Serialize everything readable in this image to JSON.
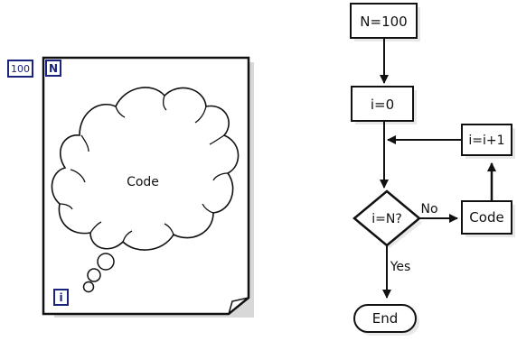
{
  "loop_structure": {
    "count_terminal": "100",
    "count_label": "N",
    "iteration_label": "i",
    "body_label": "Code"
  },
  "flowchart": {
    "init_n": "N=100",
    "init_i": "i=0",
    "increment": "i=i+1",
    "decision": "i=N?",
    "code": "Code",
    "no_label": "No",
    "yes_label": "Yes",
    "end": "End"
  },
  "colors": {
    "terminal_border": "#1a237e",
    "stroke": "#111111"
  }
}
